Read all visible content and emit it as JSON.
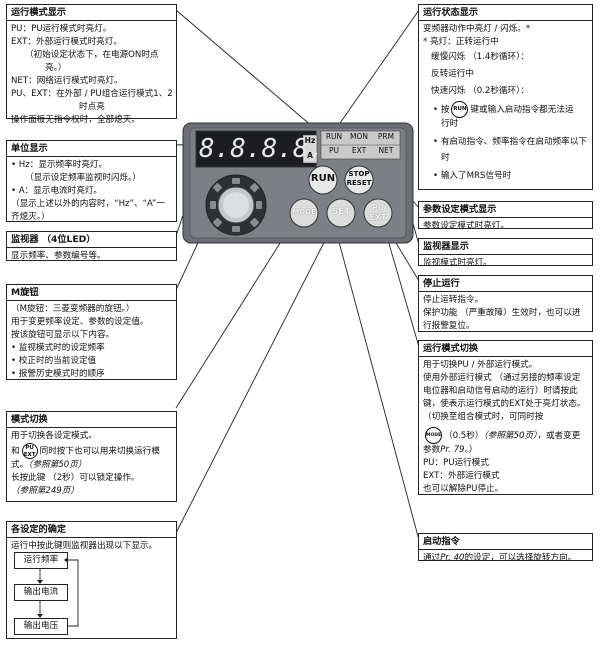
{
  "run_mode_display": {
    "title": "运行模式显示",
    "lines": [
      "PU：PU运行模式时亮灯。",
      "EXT：外部运行模式时亮灯。",
      "（初始设定状态下，在电源ON时点",
      "亮。）",
      "NET：网络运行模式时亮灯。",
      "PU、EXT：在外部 / PU组合运行模式1、2",
      "时点亮",
      "操作面板无指令权时，全部熄灭。"
    ]
  },
  "unit_display": {
    "title": "单位显示",
    "lines": [
      "• Hz：显示频率时亮灯。",
      "（显示设定频率监视时闪烁。）",
      "• A：显示电流时亮灯。",
      "（显示上述以外的内容时，“Hz”、“A”一",
      "齐熄灭。）"
    ]
  },
  "monitor": {
    "title": "监视器 （4位LED）",
    "lines": [
      "显示频率、参数编号等。"
    ]
  },
  "m_dial": {
    "title": "M旋钮",
    "lines": [
      "（M旋钮：三菱变频器的旋钮。）",
      "用于变更频率设定、参数的设定值。",
      "按该旋钮可显示以下内容。",
      "• 监视模式时的设定频率",
      "• 校正时的当前设定值",
      "• 报警历史模式时的顺序"
    ]
  },
  "mode_switch": {
    "title": "模式切换",
    "line1": "用于切换各设定模式。",
    "line2_pre": "和",
    "line2_post": "同时按下也可以用来切换运行模",
    "line3": "式。",
    "line3_ref": "（参照第50页）",
    "line4": "长按此键 （2秒）可以锁定操作。",
    "line5_ref": "（参照第249页）"
  },
  "confirm": {
    "title": "各设定的确定",
    "line1": "运行中按此键则监视器出现以下显示。",
    "flow": [
      "运行频率",
      "输出电流",
      "输出电压"
    ]
  },
  "run_status": {
    "title": "运行状态显示",
    "lines": [
      "变频器动作中亮灯 / 闪烁。*",
      "* 亮灯：正转运行中",
      "缓慢闪烁 （1.4秒循环）：",
      "反转运行中",
      "快速闪烁 （0.2秒循环）："
    ],
    "b1_pre": "按",
    "b1_post": "键或输入启动指令都无法运",
    "b1_cont": "行时",
    "b2": "有启动指令、频率指令在启动频率以下",
    "b2_cont": "时",
    "b3": "输入了MRS信号时"
  },
  "param_mode": {
    "title": "参数设定模式显示",
    "lines": [
      "参数设定模式时亮灯。"
    ]
  },
  "monitor_display": {
    "title": "监视器显示",
    "lines": [
      "监视模式时亮灯。"
    ]
  },
  "stop": {
    "title": "停止运行",
    "lines": [
      "停止运转指令。",
      "保护功能 （严重故障）生效时，也可以进",
      "行报警复位。"
    ]
  },
  "op_mode_switch": {
    "title": "运行模式切换",
    "lines": [
      "用于切换PU / 外部运行模式。",
      "使用外部运行模式 （通过另接的频率设定",
      "电位器和启动信号启动的运行）时请按此",
      "键，使表示运行模式的EXT处于亮灯状态。",
      "（切换至组合模式时，可同时按"
    ],
    "mode_line_post": "（0.5秒）",
    "mode_line_ref": "（参照第50页）",
    "mode_line_tail": "，或者变更",
    "param_line": "参数",
    "param_ref": "Pr. 79",
    "param_tail": "。）",
    "tail": [
      "PU：PU运行模式",
      "EXT：外部运行模式",
      "也可以解除PU停止。"
    ]
  },
  "start_cmd": {
    "title": "启动指令",
    "pre": "通过",
    "ref": "Pr. 40",
    "post": "的设定，可以选择旋转方向。"
  },
  "panel": {
    "digits": "8.8.8.8.",
    "unit_hz": "Hz",
    "unit_a": "A",
    "ind_run": "RUN",
    "ind_mon": "MON",
    "ind_prm": "PRM",
    "ind_pu": "PU",
    "ind_ext": "EXT",
    "ind_net": "NET",
    "btn_run": "RUN",
    "btn_stop1": "STOP",
    "btn_stop2": "RESET",
    "btn_mode": "MODE",
    "btn_set": "SET",
    "btn_pu1": "PU",
    "btn_pu2": "EXT",
    "key_run": "RUN",
    "key_mode": "MODE",
    "key_pu1": "PU",
    "key_pu2": "EXT"
  }
}
